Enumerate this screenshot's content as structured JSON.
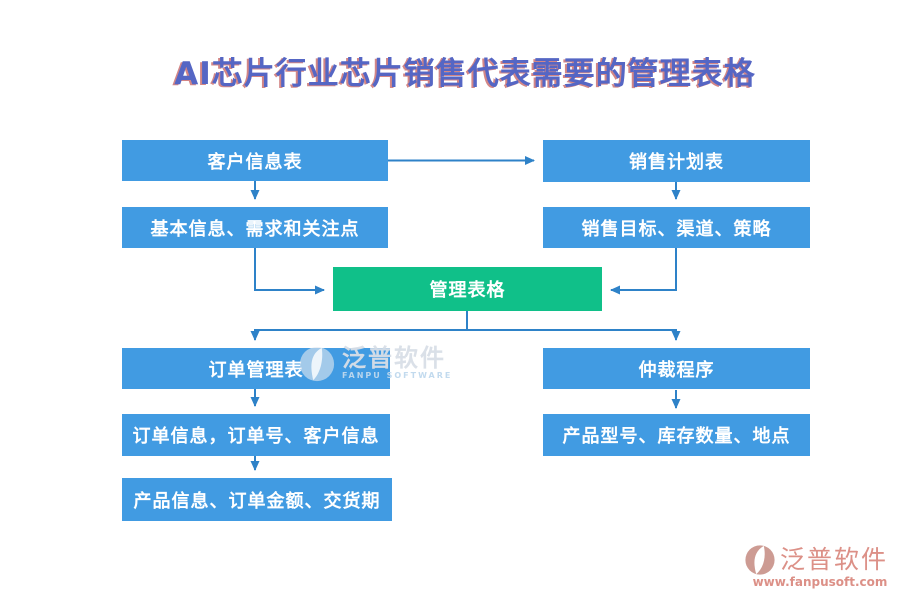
{
  "title": "AI芯片行业芯片销售代表需要的管理表格",
  "nodes": {
    "customer_info": "客户信息表",
    "sales_plan": "销售计划表",
    "basic_info": "基本信息、需求和关注点",
    "sales_target": "销售目标、渠道、策略",
    "management_table": "管理表格",
    "order_management": "订单管理表",
    "arbitration": "仲裁程序",
    "order_info": "订单信息，订单号、客户信息",
    "product_model": "产品型号、库存数量、地点",
    "product_info": "产品信息、订单金额、交货期"
  },
  "edges": [
    {
      "from": "customer_info",
      "to": "sales_plan"
    },
    {
      "from": "customer_info",
      "to": "basic_info"
    },
    {
      "from": "sales_plan",
      "to": "sales_target"
    },
    {
      "from": "basic_info",
      "to": "management_table"
    },
    {
      "from": "sales_target",
      "to": "management_table"
    },
    {
      "from": "management_table",
      "to": "order_management"
    },
    {
      "from": "management_table",
      "to": "arbitration"
    },
    {
      "from": "order_management",
      "to": "order_info"
    },
    {
      "from": "order_info",
      "to": "product_info"
    },
    {
      "from": "arbitration",
      "to": "product_model"
    }
  ],
  "watermark": {
    "name": "泛普软件",
    "subtitle": "FANPU SOFTWARE"
  },
  "vendor": {
    "name": "泛普软件",
    "url": "www.fanpusoft.com"
  },
  "colors": {
    "node_blue": "#419BE2",
    "node_green": "#10C089",
    "arrow": "#2E82C8",
    "title_text": "#5566C4",
    "vendor_text": "#DC9087"
  }
}
